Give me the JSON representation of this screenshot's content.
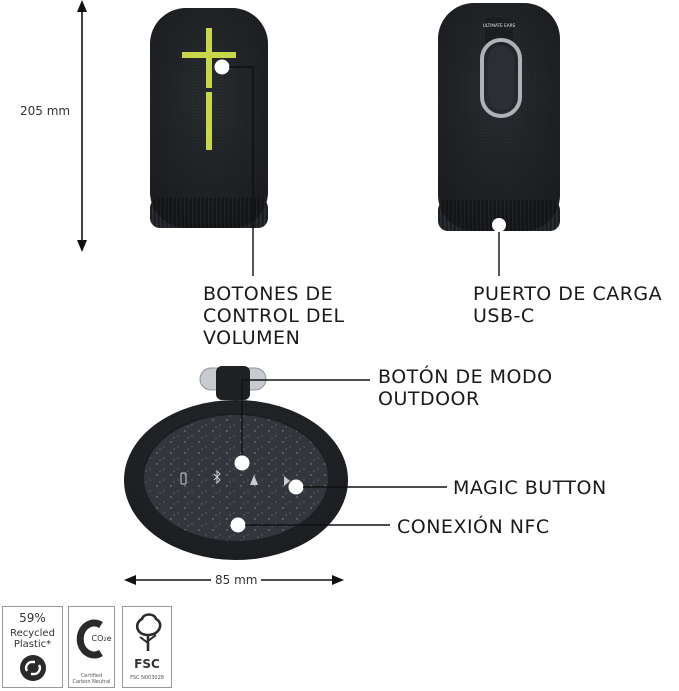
{
  "dimensions": {
    "height": "205 mm",
    "width": "85 mm"
  },
  "labels": {
    "volume_buttons": [
      "BOTONES DE",
      "CONTROL DEL",
      "VOLUMEN"
    ],
    "charging_port": [
      "PUERTO DE CARGA",
      "USB-C"
    ],
    "outdoor_button": [
      "BOTÓN DE MODO",
      "OUTDOOR"
    ],
    "magic_button": "MAGIC BUTTON",
    "nfc": "CONEXIÓN NFC"
  },
  "speaker_back_brand": "ULTIMATE EARS",
  "badges": {
    "recycled": {
      "percent": "59%",
      "line1": "Recycled",
      "line2": "Plastic*"
    },
    "carbon": {
      "symbol": "CO₂e",
      "line1": "Certified",
      "line2": "Carbon Neutral"
    },
    "fsc": {
      "name": "FSC",
      "code": "FSC N003028"
    }
  },
  "colors": {
    "speaker_body": "#202326",
    "speaker_fabric": "#2c2f33",
    "accent_lime": "#c8d64a",
    "indicator_dot": "#ffffff",
    "leader_line": "#111111"
  },
  "icons": [
    "recycle-icon",
    "carbon-c-icon",
    "fsc-tree-icon",
    "bluetooth-icon",
    "outdoor-tree-icon",
    "play-pause-icon"
  ]
}
